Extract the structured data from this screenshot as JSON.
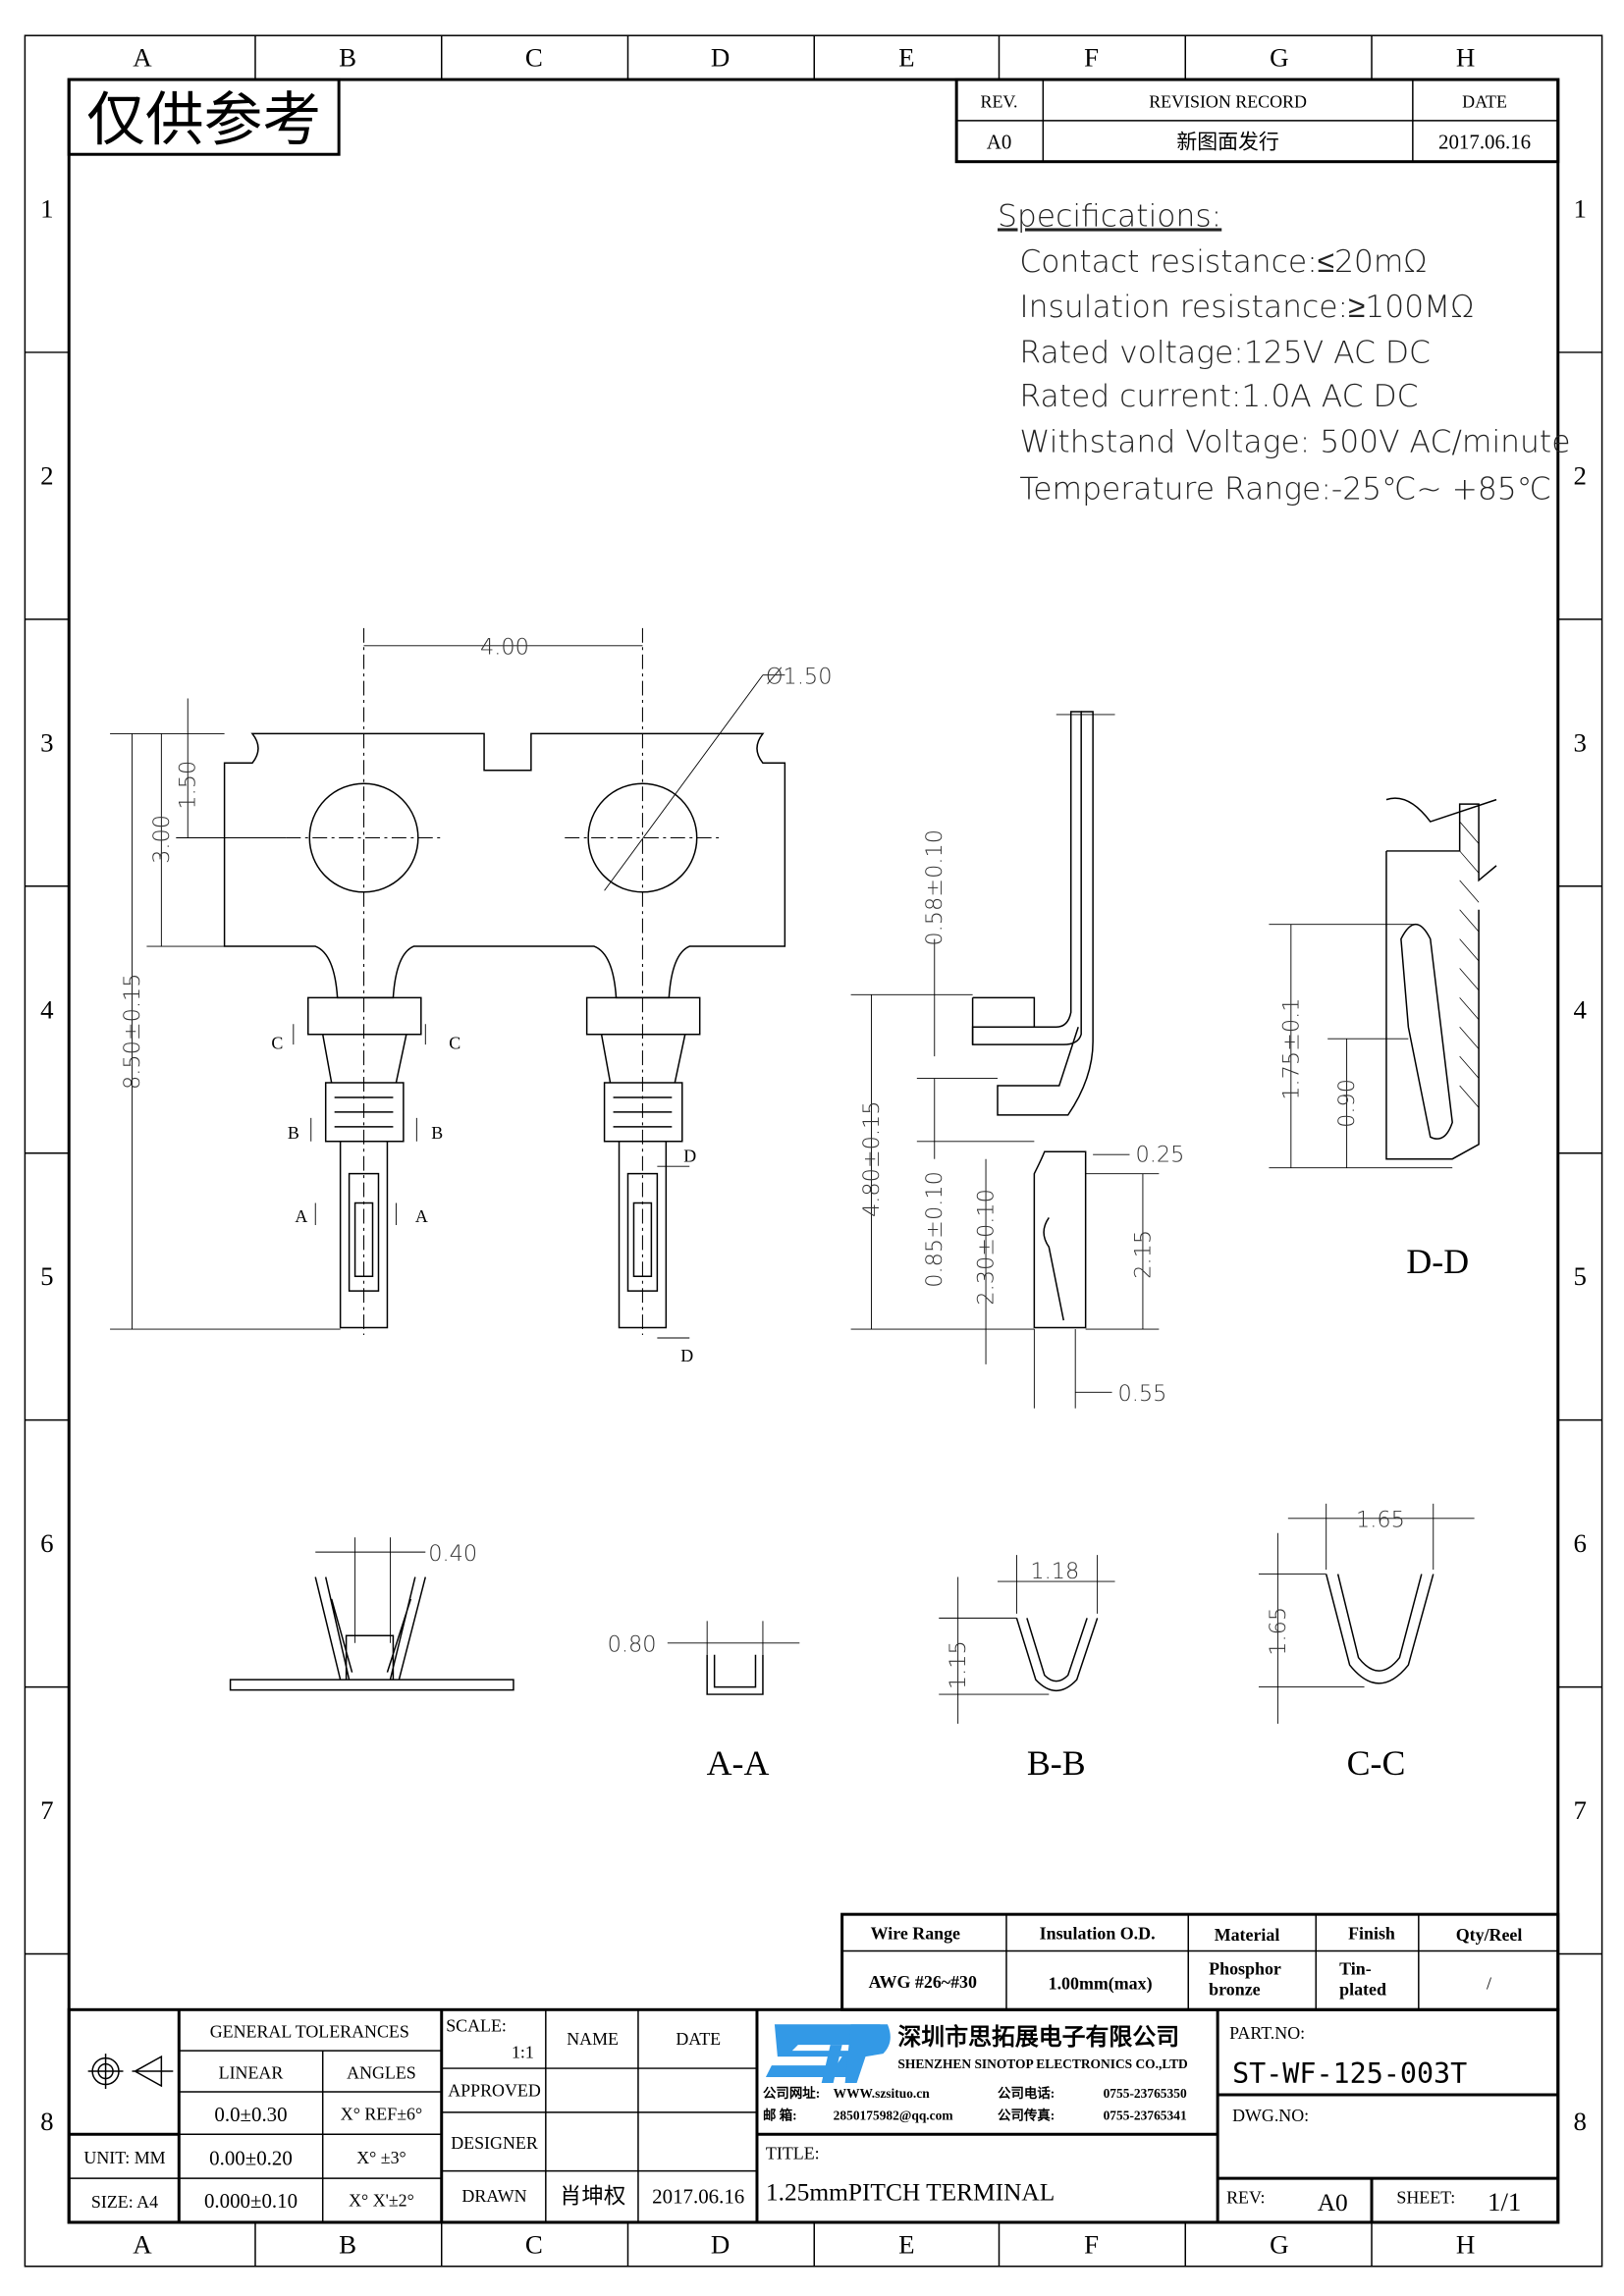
{
  "frame": {
    "columns": [
      "A",
      "B",
      "C",
      "D",
      "E",
      "F",
      "G",
      "H"
    ],
    "rows": [
      "1",
      "2",
      "3",
      "4",
      "5",
      "6",
      "7",
      "8"
    ]
  },
  "watermark": "仅供参考",
  "revision": {
    "headers": [
      "REV.",
      "REVISION RECORD",
      "DATE"
    ],
    "row": [
      "A0",
      "新图面发行",
      "2017.06.16"
    ]
  },
  "specifications": {
    "title": "Specifications:",
    "lines": [
      "Contact resistance:≤20mΩ",
      "Insulation resistance:≥100MΩ",
      "Rated voltage:125V AC DC",
      "Rated current:1.0A AC DC",
      "Withstand Voltage: 500V AC/minute",
      "Temperature Range:-25℃~ +85℃"
    ]
  },
  "dimensions": {
    "front": {
      "pitch": "4.00",
      "hole_dia": "Ø1.50",
      "top_1": "1.50",
      "top_2": "3.00",
      "height": "8.50±0.15",
      "c": "C",
      "b": "B",
      "a": "A",
      "d": "D"
    },
    "side": {
      "d1": "0.58±0.10",
      "d2": "4.80±0.15",
      "d3": "0.85±0.10",
      "d4": "2.30±0.10",
      "d5": "0.25",
      "d6": "2.15",
      "d7": "0.55"
    },
    "dd": {
      "d1": "1.75±0.1",
      "d2": "0.90",
      "label": "D-D"
    },
    "bottom": {
      "d1": "0.40"
    },
    "aa": {
      "d1": "0.80",
      "label": "A-A"
    },
    "bb": {
      "w": "1.18",
      "h": "1.15",
      "label": "B-B"
    },
    "cc": {
      "w": "1.65",
      "h": "1.65",
      "label": "C-C"
    }
  },
  "spec_table": {
    "headers": [
      "Wire Range",
      "Insulation O.D.",
      "Material",
      "Finish",
      "Qty/Reel"
    ],
    "values": [
      "AWG #26~#30",
      "1.00mm(max)",
      "Phosphor bronze",
      "Tin-plated",
      "/"
    ]
  },
  "tolerances": {
    "title": "GENERAL TOLERANCES",
    "linear_label": "LINEAR",
    "angles_label": "ANGLES",
    "rows": [
      {
        "linear": "0.0±0.30",
        "angle": "X° REF±6°"
      },
      {
        "linear": "0.00±0.20",
        "angle": "X° ±3°"
      },
      {
        "linear": "0.000±0.10",
        "angle": "X° X'±2°"
      }
    ],
    "unit": "UNIT: MM",
    "size": "SIZE: A4"
  },
  "signoff": {
    "scale_label": "SCALE:",
    "scale": "1:1",
    "name_label": "NAME",
    "date_label": "DATE",
    "approved": "APPROVED",
    "designer": "DESIGNER",
    "drawn": "DRAWN",
    "drawn_name": "肖坤权",
    "drawn_date": "2017.06.16"
  },
  "company": {
    "logo": "STP",
    "name_cn": "深圳市思拓展电子有限公司",
    "name_en": "SHENZHEN SINOTOP ELECTRONICS CO.,LTD",
    "web_label": "公司网址:",
    "web": "WWW.szsituo.cn",
    "email_label": "邮    箱:",
    "email": "2850175982@qq.com",
    "phone_label": "公司电话:",
    "phone": "0755-23765350",
    "fax_label": "公司传真:",
    "fax": "0755-23765341",
    "brand_color": "#3399e6"
  },
  "title_block": {
    "title_label": "TITLE:",
    "title": "1.25mmPITCH TERMINAL",
    "part_label": "PART.NO:",
    "part_no": "ST-WF-125-003T",
    "dwg_label": "DWG.NO:",
    "rev_label": "REV:",
    "rev": "A0",
    "sheet_label": "SHEET:",
    "sheet": "1/1"
  }
}
